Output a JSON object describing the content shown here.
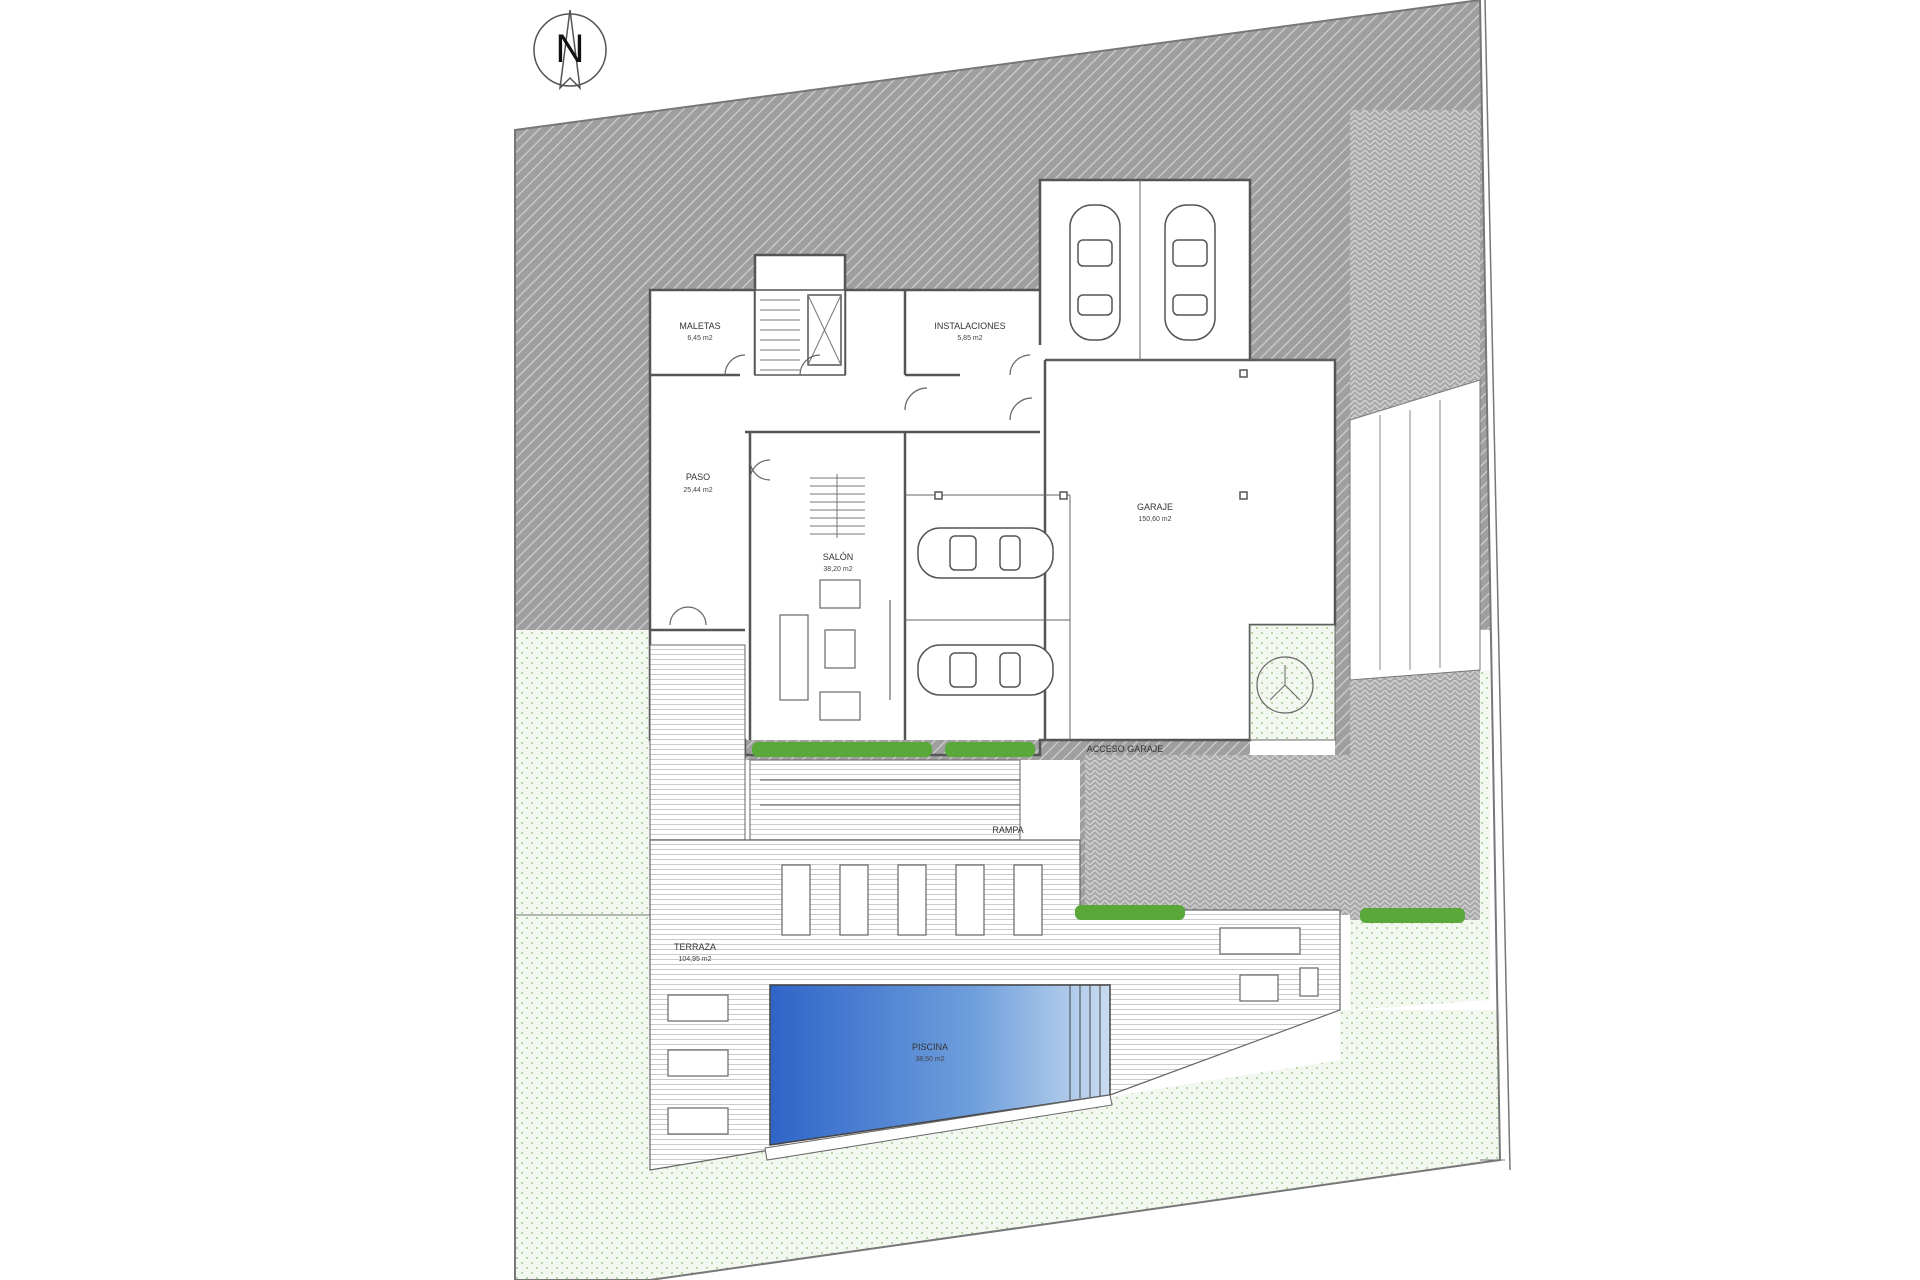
{
  "compass": {
    "letter": "N"
  },
  "rooms": {
    "maletas": {
      "label": "MALETAS",
      "area": "6,45 m2"
    },
    "instalaciones": {
      "label": "INSTALACIONES",
      "area": "5,85 m2"
    },
    "paso": {
      "label": "PASO",
      "area": "25,44 m2"
    },
    "salon": {
      "label": "SALÓN",
      "area": "38,20 m2"
    },
    "garaje": {
      "label": "GARAJE",
      "area": "150,60 m2"
    },
    "acceso_garaje": {
      "label": "ACCESO GARAJE"
    },
    "rampa": {
      "label": "RAMPA"
    },
    "terraza": {
      "label": "TERRAZA",
      "area": "104,95 m2"
    },
    "piscina": {
      "label": "PISCINA",
      "area": "38,50 m2"
    }
  },
  "colors": {
    "hatch_area": "#b8b8b8",
    "garden": "#eef5ea",
    "garden_dot": "#8fbf78",
    "pool_dark": "#2f64c8",
    "pool_light": "#c9dcf0",
    "hedge": "#5aa83a",
    "wall": "#555555"
  }
}
